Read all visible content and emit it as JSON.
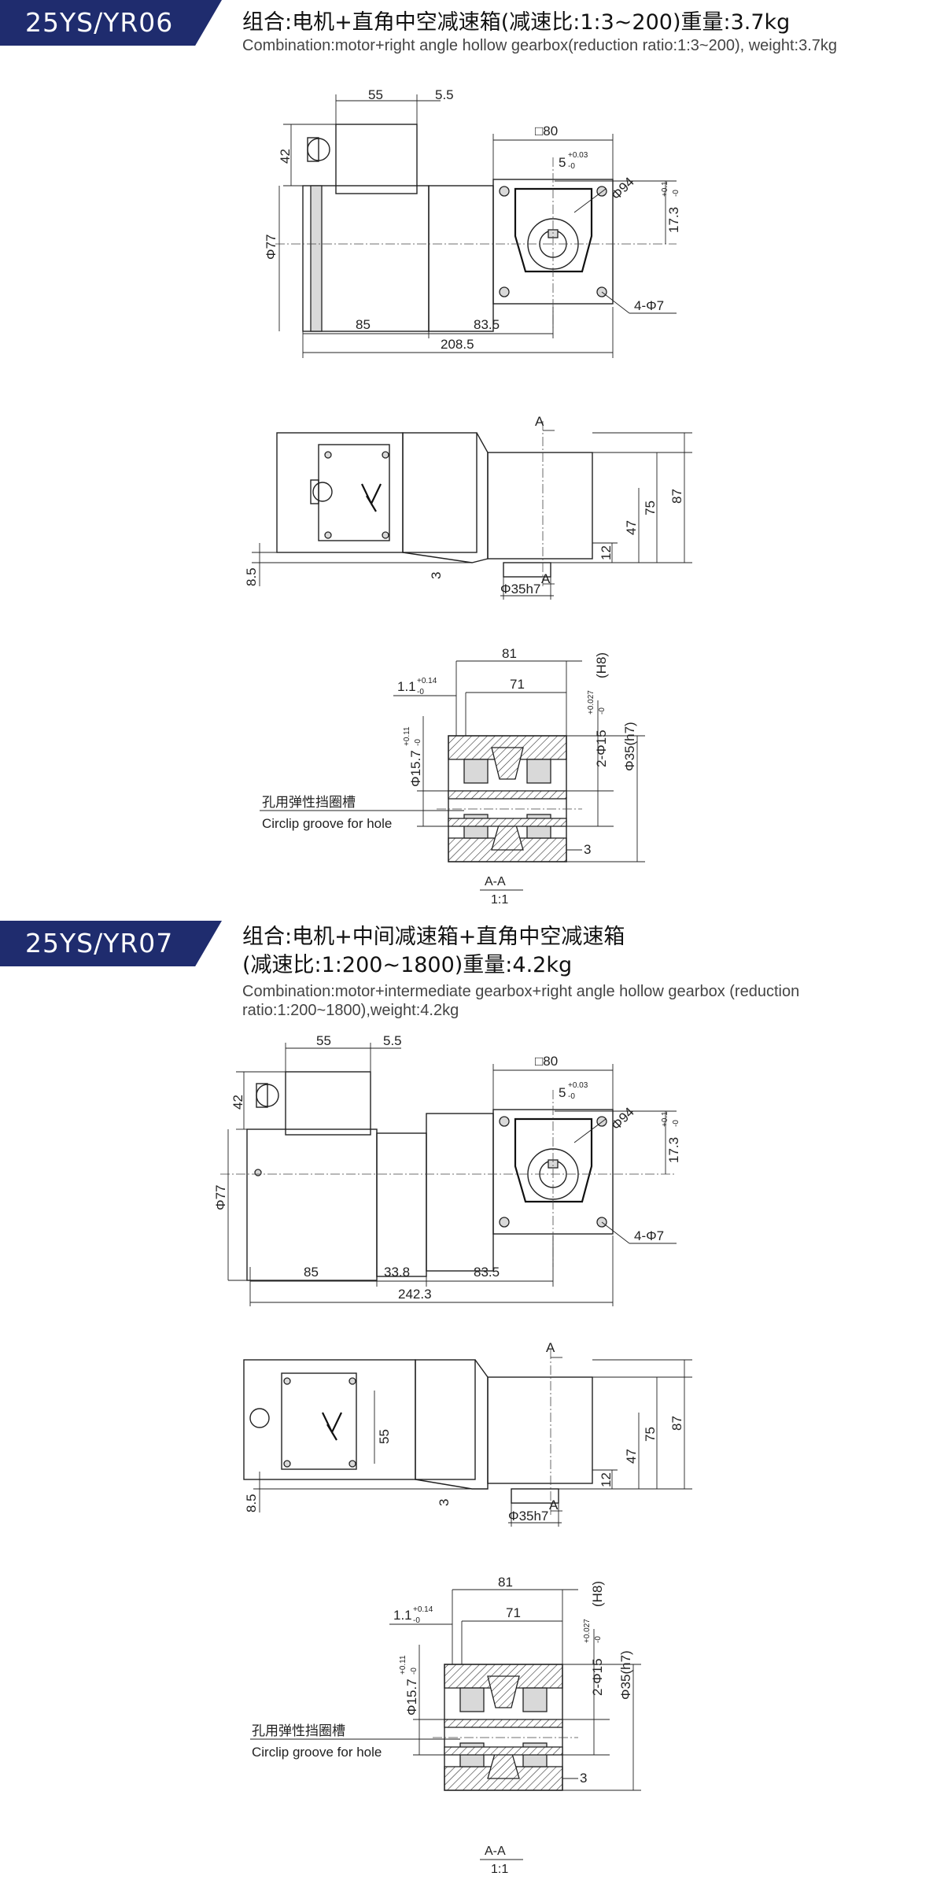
{
  "sections": [
    {
      "model": "25YS/YR06",
      "title_cn": "组合:电机+直角中空减速箱(减速比:1:3~200)重量:3.7kg",
      "title_en": "Combination:motor+right  angle hollow gearbox(reduction ratio:1:3~200), weight:3.7kg",
      "dims": {
        "d55": "55",
        "d5_5": "5.5",
        "d42": "42",
        "phi77": "Φ77",
        "d85": "85",
        "d83_5": "83.5",
        "d208_5": "208.5",
        "sq80": "□80",
        "d5": "5",
        "tol_5_up": "+0.03",
        "tol_5_dn": "-0",
        "phi94": "Φ94",
        "d17_3": "17.3",
        "tol_17_up": "+0.1",
        "tol_17_dn": "-0",
        "phi7": "4-Φ7",
        "A": "A",
        "d8_5": "8.5",
        "d3": "3",
        "phi35h7": "Φ35h7",
        "d12": "12",
        "d47": "47",
        "d75": "75",
        "d87": "87",
        "d81": "81",
        "d71": "71",
        "d1_1": "1.1",
        "tol_1_up": "+0.14",
        "tol_1_dn": "-0",
        "phi15_7": "Φ15.7",
        "tol_15_7_up": "+0.11",
        "tol_15_7_dn": "-0",
        "phi15": "2-Φ15",
        "tol_15_up": "+0.027",
        "tol_15_dn": "-0",
        "h8": "(H8)",
        "phi35_h7": "Φ35(h7)",
        "d3b": "3",
        "circlip_cn": "孔用弹性挡圈槽",
        "circlip_en": "Circlip groove for hole",
        "section": "A-A",
        "scale": "1:1"
      }
    },
    {
      "model": "25YS/YR07",
      "title_cn_1": "组合:电机+中间减速箱+直角中空减速箱",
      "title_cn_2": "(减速比:1:200~1800)重量:4.2kg",
      "title_en": "Combination:motor+intermediate gearbox+right angle hollow gearbox (reduction ratio:1:200~1800),weight:4.2kg",
      "dims": {
        "d55": "55",
        "d5_5": "5.5",
        "d42": "42",
        "phi77": "Φ77",
        "d85": "85",
        "d33_8": "33.8",
        "d83_5": "83.5",
        "d242_3": "242.3",
        "sq80": "□80",
        "d5": "5",
        "tol_5_up": "+0.03",
        "tol_5_dn": "-0",
        "phi94": "Φ94",
        "d17_3": "17.3",
        "tol_17_up": "+0.1",
        "tol_17_dn": "-0",
        "phi7": "4-Φ7",
        "A": "A",
        "d8_5": "8.5",
        "d3": "3",
        "phi35h7": "Φ35h7",
        "d12": "12",
        "d47": "47",
        "d55v": "55",
        "d75": "75",
        "d87": "87",
        "d81": "81",
        "d71": "71",
        "d1_1": "1.1",
        "tol_1_up": "+0.14",
        "tol_1_dn": "-0",
        "phi15_7": "Φ15.7",
        "tol_15_7_up": "+0.11",
        "tol_15_7_dn": "-0",
        "phi15": "2-Φ15",
        "tol_15_up": "+0.027",
        "tol_15_dn": "-0",
        "h8": "(H8)",
        "phi35_h7": "Φ35(h7)",
        "d3b": "3",
        "circlip_cn": "孔用弹性挡圈槽",
        "circlip_en": "Circlip groove for hole",
        "section": "A-A",
        "scale": "1:1"
      }
    }
  ]
}
